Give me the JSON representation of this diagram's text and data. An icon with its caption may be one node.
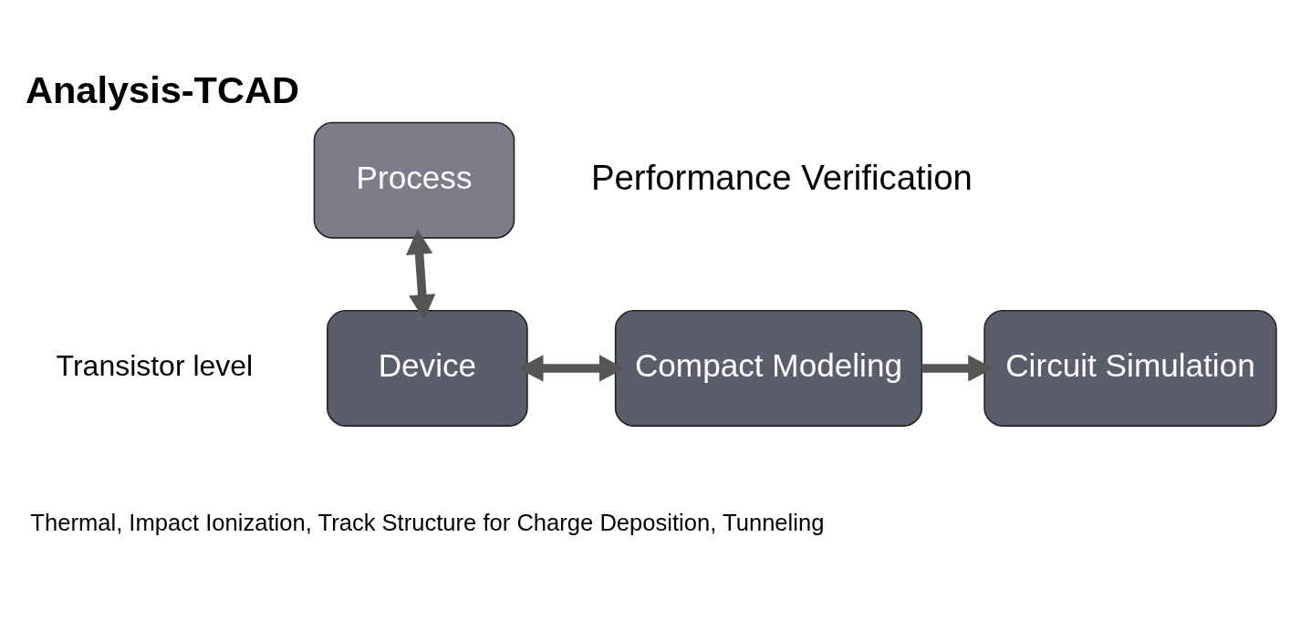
{
  "diagram": {
    "title": "Analysis-TCAD",
    "nodes": [
      {
        "text": [
          "Process"
        ]
      },
      {
        "text": [
          "Device"
        ],
        "beside": [
          "Thermal, Impact Ionization, Track Structure for Charge Deposition, Tunneling"
        ]
      },
      {
        "text": [
          "Compact Modeling"
        ]
      },
      {
        "text": [
          "Circuit Simulation"
        ]
      }
    ],
    "edges": [
      {
        "from": 0,
        "to": 1,
        "arrow": "both"
      },
      {
        "from": 1,
        "to": 2,
        "arrow": "both"
      },
      {
        "from": 2,
        "to": 3,
        "arrow": "to"
      }
    ],
    "labels": [
      "Transistor level",
      "Performance Verification"
    ]
  }
}
